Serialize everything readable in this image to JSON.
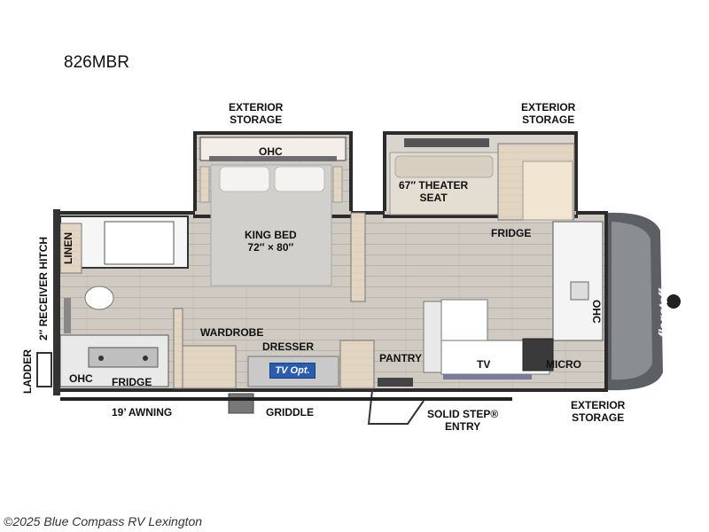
{
  "model": "826MBR",
  "labels": {
    "exterior_storage_top": [
      "EXTERIOR",
      "STORAGE"
    ],
    "exterior_storage_right_top": [
      "EXTERIOR",
      "STORAGE"
    ],
    "ohc_bedroom": "OHC",
    "theater_seat": [
      "67″ THEATER",
      "SEAT"
    ],
    "king_bed": [
      "KING BED",
      "72″ × 80″"
    ],
    "fridge_kitchen": "FRIDGE",
    "linen": "LINEN",
    "receiver_hitch": "2″ RECEIVER HITCH",
    "ladder": "LADDER",
    "wardrobe": "WARDROBE",
    "dresser": "DRESSER",
    "tv_opt": "TV Opt.",
    "pantry": "PANTRY",
    "tv": "TV",
    "micro": "MICRO",
    "ohc_rear": "OHC",
    "fridge_outdoor": "FRIDGE",
    "ohc_front": "OHC",
    "awning": "19’ AWNING",
    "griddle": "GRIDDLE",
    "entry": [
      "SOLID STEP®",
      "ENTRY"
    ],
    "exterior_storage_bottom": [
      "EXTERIOR",
      "STORAGE"
    ],
    "brand": "flagstaff"
  },
  "footer": "©2025 Blue Compass RV Lexington"
}
